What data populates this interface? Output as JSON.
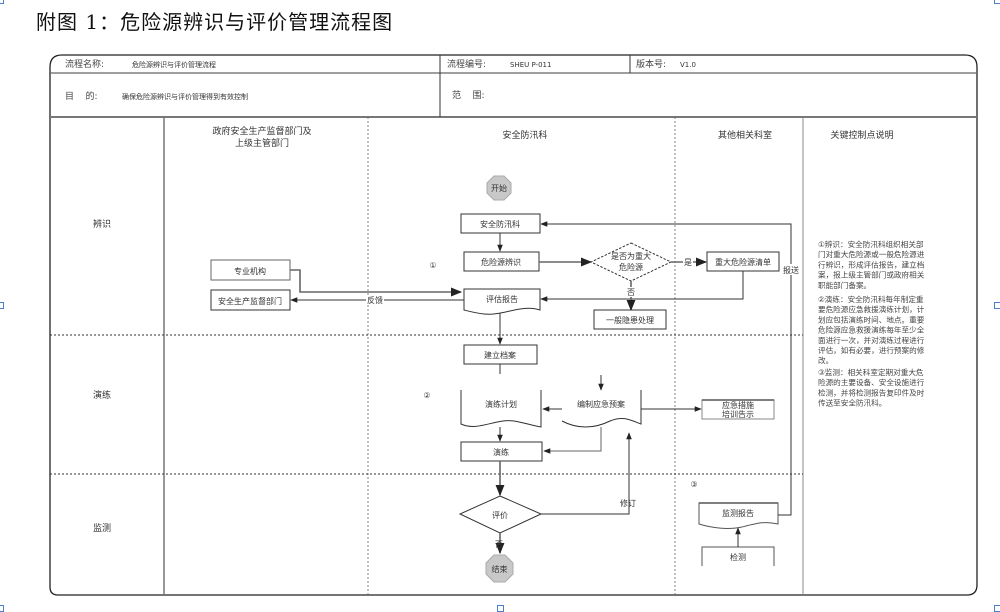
{
  "page_title": "附图 1：危险源辨识与评价管理流程图",
  "header": {
    "process_name_label": "流程名称:",
    "process_name_value": "危险源辨识与评价管理流程",
    "process_code_label": "流程编号:",
    "process_code_value": "SHEU P-011",
    "version_label": "版本号:",
    "version_value": "V1.0",
    "purpose_label": "目    的:",
    "purpose_value": "确保危险源辨识与评价管理得到有效控制",
    "scope_label": "范    围:",
    "scope_value": ""
  },
  "columns": [
    {
      "id": "gov",
      "label_line1": "政府安全生产监督部门及",
      "label_line2": "上级主管部门"
    },
    {
      "id": "safety",
      "label_line1": "安全防汛科",
      "label_line2": ""
    },
    {
      "id": "other",
      "label_line1": "其他相关科室",
      "label_line2": ""
    },
    {
      "id": "notes",
      "label_line1": "关键控制点说明",
      "label_line2": ""
    }
  ],
  "phases": [
    {
      "id": "identify",
      "label": "辨识"
    },
    {
      "id": "drill",
      "label": "演练"
    },
    {
      "id": "monitor",
      "label": "监测"
    }
  ],
  "nodes": {
    "start": "开始",
    "safety_dept": "安全防汛科",
    "hazard_identify": "危险源辨识",
    "decision_major": [
      "是否为重大",
      "危险源"
    ],
    "major_list": "重大危险源清单",
    "expert_org": "专业机构",
    "eval_report": "评估报告",
    "safety_supervision": "安全生产监督部门",
    "general_handling": "一般隐患处理",
    "archive": "建立档案",
    "drill_plan": "演练计划",
    "emergency_plan": "编制应急预案",
    "emergency_notice": [
      "应急措施",
      "培训告示"
    ],
    "drill": "演练",
    "evaluate": "评价",
    "end": "结束",
    "monitor_report": "监测报告",
    "inspection": "检测"
  },
  "edge_labels": {
    "yes": "是",
    "no": "否",
    "feedback": "反馈",
    "report": "报送",
    "revise": "修订",
    "no_end": "否"
  },
  "markers": {
    "m1": "①",
    "m2": "②",
    "m3": "③"
  },
  "notes": [
    [
      "①辨识：安全防汛科组织相关部",
      "门对重大危险源或一般危险源进",
      "行辨识，形成评估报告，建立档",
      "案，报上级主管部门或政府相关",
      "职能部门备案。"
    ],
    [
      "②演练：安全防汛科每年制定重",
      "要危险源应急救援演练计划，计",
      "划应包括演练时间、地点。重要",
      "危险源应急救援演练每年至少全",
      "面进行一次，并对演练过程进行",
      "评估，如有必要，进行预案的修",
      "改。"
    ],
    [
      "③监测：相关科室定期对重大危",
      "险源的主要设备、安全设施进行",
      "检测，并将检测报告复印件及时",
      "传送至安全防汛科。"
    ]
  ]
}
